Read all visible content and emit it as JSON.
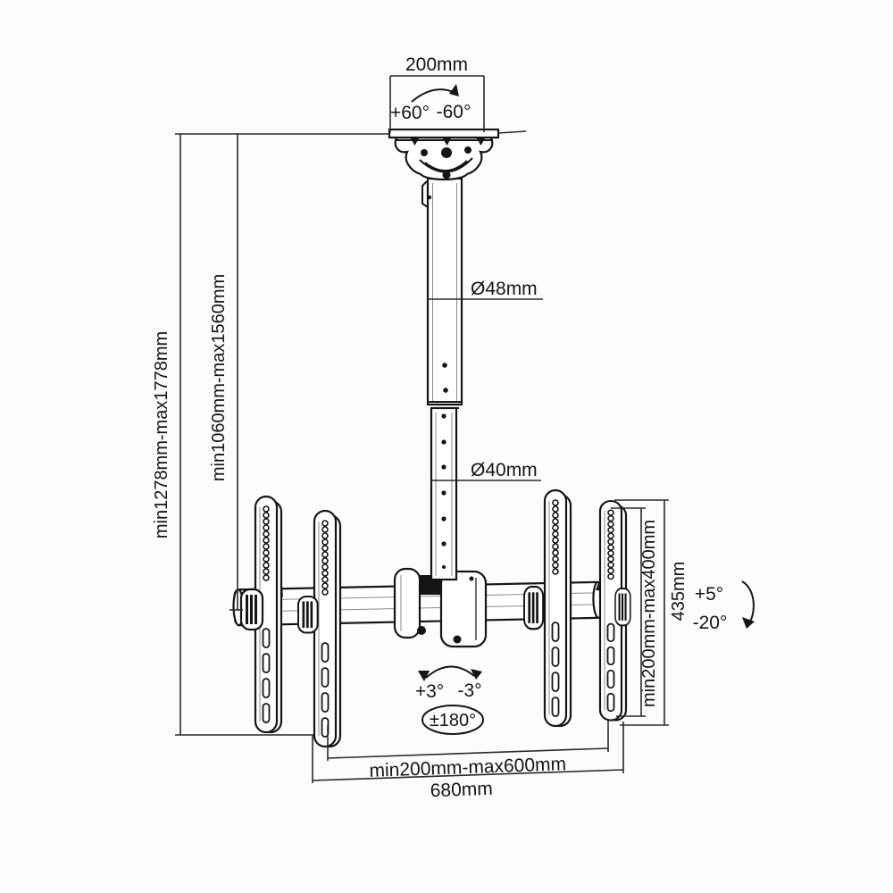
{
  "diagram": {
    "type": "technical-dimension-diagram",
    "subject": "TV ceiling mount bracket with telescopic pole and dual VESA arms",
    "background_color": "#fcfcfc",
    "line_color": "#151515"
  },
  "labels": {
    "ceiling_plate_width": "200mm",
    "swivel_positive": "+60°",
    "swivel_negative": "-60°",
    "upper_pole_diameter": "Ø48mm",
    "lower_pole_diameter": "Ø40mm",
    "overall_height_range": "min1278mm-max1778mm",
    "pole_height_range": "min1060mm-max1560mm",
    "bracket_hole_height_range": "min200mm-max400mm",
    "bracket_total_height": "435mm",
    "tilt_positive": "+5°",
    "tilt_negative": "-20°",
    "level_positive": "+3°",
    "level_negative": "-3°",
    "rotation_range": "±180°",
    "mount_width_range": "min200mm-max600mm",
    "crossbar_length": "680mm"
  }
}
